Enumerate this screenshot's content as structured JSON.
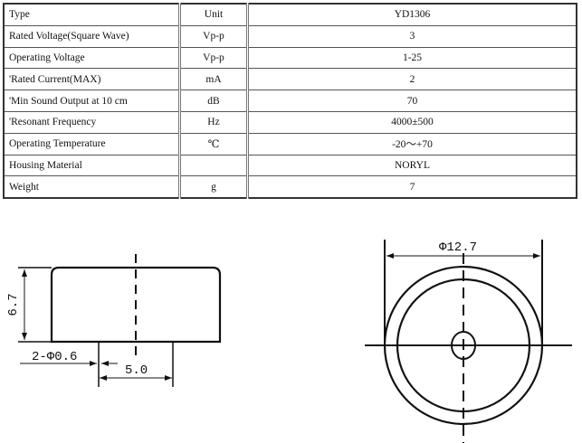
{
  "spec_table": {
    "rows": [
      {
        "param": "Type",
        "unit": "Unit",
        "value": "YD1306"
      },
      {
        "param": "Rated Voltage(Square  Wave)",
        "unit": "Vp-p",
        "value": "3"
      },
      {
        "param": "Operating Voltage",
        "unit": "Vp-p",
        "value": "1-25"
      },
      {
        "param": "'Rated Current(MAX)",
        "unit": "mA",
        "value": "2"
      },
      {
        "param": "'Min Sound Output at 10 cm",
        "unit": "dB",
        "value": "70"
      },
      {
        "param": "'Resonant Frequency",
        "unit": "Hz",
        "value": "4000±500"
      },
      {
        "param": "Operating Temperature",
        "unit": "℃",
        "value": "-20～+70"
      },
      {
        "param": "Housing Material",
        "unit": "",
        "value": "NORYL"
      },
      {
        "param": "Weight",
        "unit": "g",
        "value": "7"
      }
    ]
  },
  "drawing": {
    "height_dim": "6.7",
    "pin_dim": "2-Φ0.6",
    "pitch_dim": "5.0",
    "diameter_dim": "Φ12.7"
  }
}
